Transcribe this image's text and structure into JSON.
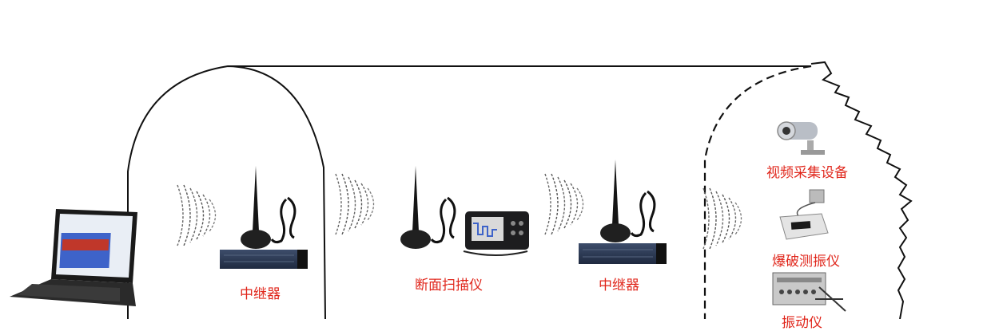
{
  "labels": {
    "relay_left": "中继器",
    "profile_scanner": "断面扫描仪",
    "relay_right": "中继器",
    "video_capture": "视频采集设备",
    "blast_vibration_meter": "爆破测振仪",
    "vibration_meter_partial": "振动仪"
  },
  "colors": {
    "label": "#e0261b",
    "line": "#111111",
    "device_dark": "#1d1d1f",
    "relay_box": "#2b3a55",
    "screen_blue": "#3e63c9",
    "screen_red": "#c0372a"
  },
  "icons": {
    "laptop": "laptop-icon",
    "antenna": "antenna-icon",
    "relay": "relay-box-icon",
    "scanner": "profile-scanner-icon",
    "camera": "camera-icon",
    "vibration_meter": "vibration-meter-icon",
    "signal": "wireless-signal-icon"
  }
}
